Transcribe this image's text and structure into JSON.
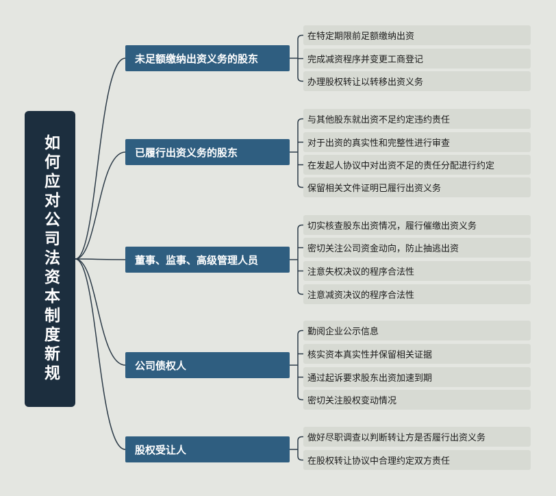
{
  "root": {
    "title": "如何应对公司法资本制度新规"
  },
  "branches": [
    {
      "label": "未足额缴纳出资义务的股东",
      "items": [
        "在特定期限前足额缴纳出资",
        "完成减资程序并变更工商登记",
        "办理股权转让以转移出资义务"
      ]
    },
    {
      "label": "已履行出资义务的股东",
      "items": [
        "与其他股东就出资不足约定违约责任",
        "对于出资的真实性和完整性进行审查",
        "在发起人协议中对出资不足的责任分配进行约定",
        "保留相关文件证明已履行出资义务"
      ]
    },
    {
      "label": "董事、监事、高级管理人员",
      "items": [
        "切实核查股东出资情况，履行催缴出资义务",
        "密切关注公司资金动向，防止抽逃出资",
        "注意失权决议的程序合法性",
        "注意减资决议的程序合法性"
      ]
    },
    {
      "label": "公司债权人",
      "items": [
        "勤阅企业公示信息",
        "核实资本真实性并保留相关证据",
        "通过起诉要求股东出资加速到期",
        "密切关注股权变动情况"
      ]
    },
    {
      "label": "股权受让人",
      "items": [
        "做好尽职调查以判断转让方是否履行出资义务",
        "在股权转让协议中合理约定双方责任"
      ]
    }
  ],
  "colors": {
    "background": "#e4e6e1",
    "root": "#1c2e3e",
    "branch": "#2f5e80",
    "leaf": "#d7dad3",
    "line": "#2b3a47"
  }
}
